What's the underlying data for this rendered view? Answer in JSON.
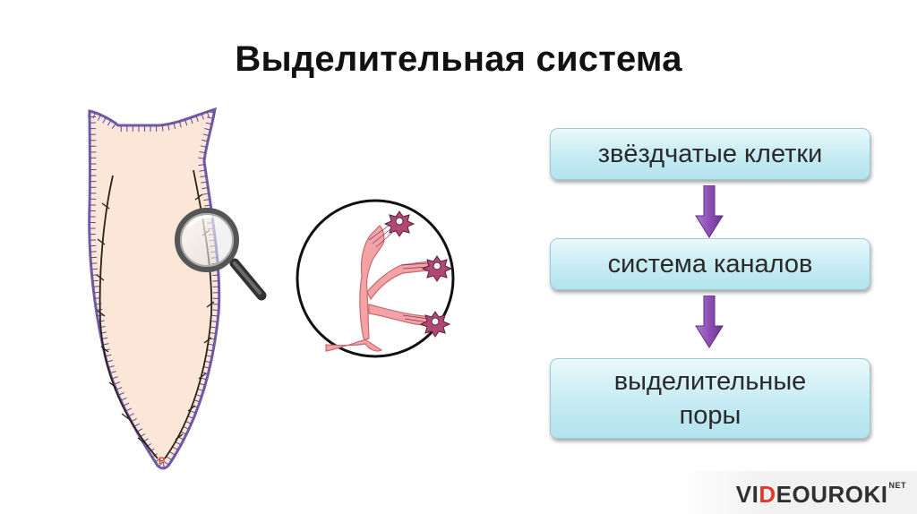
{
  "title": "Выделительная система",
  "flow": {
    "step1": "звёздчатые клетки",
    "step2": "система каналов",
    "step3_line1": "выделительные",
    "step3_line2": "поры"
  },
  "logo": {
    "pre": "VI",
    "mid": "D",
    "post": "EOUROKI",
    "suffix": "NET"
  },
  "colors": {
    "box_fill": "#c6ebf3",
    "arrow": "#8e4fb5",
    "body_fill": "#fbe6d7",
    "canal": "#e88a8a",
    "cell": "#b04a75"
  }
}
